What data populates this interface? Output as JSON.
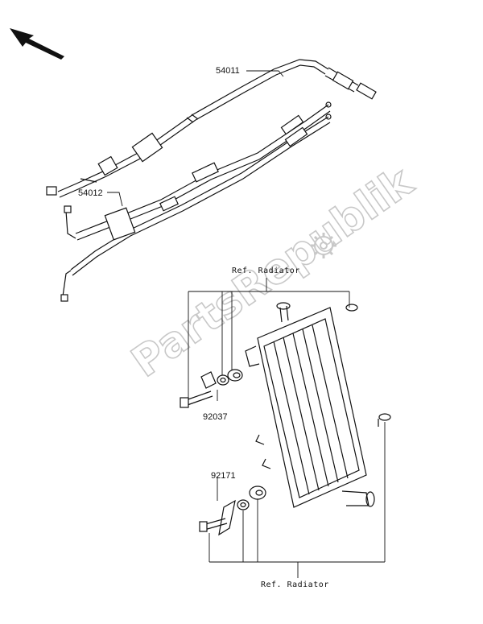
{
  "callouts": {
    "cable_upper": "54011",
    "cable_lower": "54012",
    "bolt_upper": "92037",
    "bolt_lower": "92171"
  },
  "refs": {
    "top": "Ref. Radiator",
    "bottom": "Ref. Radiator"
  },
  "watermark": "PartsRepublik",
  "icons": {
    "direction": "front-arrow-icon",
    "watermark_logo": "gear-icon"
  }
}
